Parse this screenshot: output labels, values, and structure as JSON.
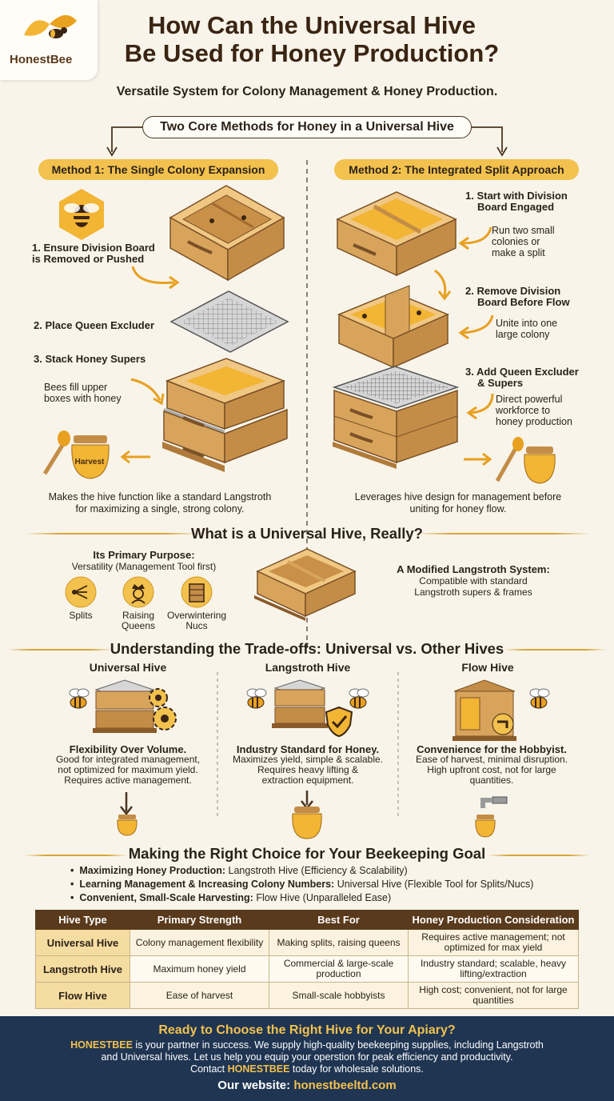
{
  "brand": {
    "name": "HonestBee"
  },
  "header": {
    "title_line1": "How Can the Universal Hive",
    "title_line2": "Be Used for Honey Production?",
    "subtitle": "Versatile System for Colony Management & Honey Production.",
    "core_methods": "Two Core Methods for Honey in a Universal Hive"
  },
  "method1": {
    "title": "Method 1: The Single Colony Expansion",
    "step1_line1": "1. Ensure Division Board",
    "step1_line2": "is Removed or Pushed",
    "step2": "2. Place Queen Excluder",
    "step3": "3. Stack Honey Supers",
    "note_line1": "Bees fill upper",
    "note_line2": "boxes with honey",
    "jar_label": "Harvest",
    "caption_line1": "Makes the hive function like a standard Langstroth",
    "caption_line2": "for maximizing a single, strong colony."
  },
  "method2": {
    "title": "Method 2: The Integrated Split Approach",
    "step1_line1": "1.  Start with Division",
    "step1_line2": "Board Engaged",
    "note1_line1": "Run two small",
    "note1_line2": "colonies or",
    "note1_line3": "make a split",
    "step2_line1": "2. Remove Division",
    "step2_line2": "Board Before Flow",
    "note2_line1": "Unite into one",
    "note2_line2": "large colony",
    "step3_line1": "3. Add Queen Excluder",
    "step3_line2": "& Supers",
    "note3_line1": "Direct powerful",
    "note3_line2": "workforce to",
    "note3_line3": "honey production",
    "caption_line1": "Leverages hive design for management before",
    "caption_line2": "uniting for honey flow."
  },
  "what_is": {
    "heading": "What is a Universal Hive, Really?",
    "purpose_title": "Its Primary Purpose:",
    "purpose_sub": "Versatility (Management Tool first)",
    "icon1_label": "Splits",
    "icon2_label_line1": "Raising",
    "icon2_label_line2": "Queens",
    "icon3_label_line1": "Overwintering",
    "icon3_label_line2": "Nucs",
    "modified_title": "A Modified Langstroth System:",
    "modified_line1": "Compatible with standard",
    "modified_line2": "Langstroth supers & frames"
  },
  "tradeoffs": {
    "heading": "Understanding the Trade-offs: Universal vs. Other Hives",
    "cols": [
      {
        "name": "Universal Hive",
        "headline": "Flexibility Over Volume.",
        "l1": "Good for integrated management,",
        "l2": "not optimized for maximum yield.",
        "l3": "Requires active management."
      },
      {
        "name": "Langstroth Hive",
        "headline": "Industry Standard for Honey.",
        "l1": "Maximizes yield, simple & scalable.",
        "l2": "Requires heavy lifting &",
        "l3": "extraction equipment."
      },
      {
        "name": "Flow Hive",
        "headline": "Convenience for the Hobbyist.",
        "l1": "Ease of harvest, minimal disruption.",
        "l2": "High upfront cost, not for large",
        "l3": "quantities."
      }
    ]
  },
  "choice": {
    "heading": "Making the Right Choice for Your Beekeeping Goal",
    "b1_key": "Maximizing Honey Production:",
    "b1_val": "Langstroth Hive (Efficiency & Scalability)",
    "b2_key": "Learning Management & Increasing Colony Numbers:",
    "b2_val": "Universal Hive (Flexible Tool for Splits/Nucs)",
    "b3_key": "Convenient, Small-Scale Harvesting:",
    "b3_val": "Flow Hive (Unparalleled Ease)"
  },
  "table": {
    "headers": [
      "Hive Type",
      "Primary Strength",
      "Best For",
      "Honey Production Consideration"
    ],
    "rows": [
      [
        "Universal Hive",
        "Colony management flexibility",
        "Making splits, raising queens",
        "Requires active management; not optimized for max yield"
      ],
      [
        "Langstroth Hive",
        "Maximum honey yield",
        "Commercial & large-scale production",
        "Industry standard; scalable, heavy lifting/extraction"
      ],
      [
        "Flow Hive",
        "Ease of harvest",
        "Small-scale hobbyists",
        "High cost; convenient, not for large quantities"
      ]
    ]
  },
  "footer": {
    "heading": "Ready to Choose the Right Hive for Your Apiary?",
    "brand": "HONESTBEE",
    "line1_rest": " is your partner in success. We supply high-quality beekeeping supplies, including Langstroth",
    "line2": "and Universal hives. Let us help you equip your operstion for peak efficiency and productivity.",
    "line3_pre": "Contact ",
    "line3_post": " today for wholesale solutions.",
    "website_label": "Our website: ",
    "website": "honestbeeltd.com"
  },
  "colors": {
    "honey": "#f2c14e",
    "wood": "#d8a45c",
    "brown": "#5a3a1c",
    "navy": "#1f3552",
    "cream": "#f8f4ea"
  }
}
